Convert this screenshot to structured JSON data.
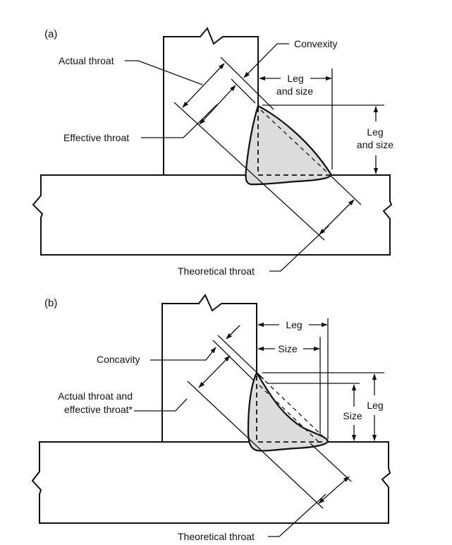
{
  "figure": {
    "panel_a": {
      "tag": "(a)",
      "labels": {
        "actual_throat": "Actual throat",
        "effective_throat": "Effective throat",
        "convexity": "Convexity",
        "leg_h_1": "Leg",
        "leg_h_2": "and size",
        "leg_v_1": "Leg",
        "leg_v_2": "and size",
        "theoretical_throat": "Theoretical throat"
      }
    },
    "panel_b": {
      "tag": "(b)",
      "labels": {
        "concavity": "Concavity",
        "actual_effective_1": "Actual throat and",
        "actual_effective_2": "effective throat*",
        "leg_h": "Leg",
        "size_h": "Size",
        "size_v": "Size",
        "leg_v": "Leg",
        "theoretical_throat": "Theoretical throat"
      }
    },
    "colors": {
      "line": "#111111",
      "weld_fill": "#dcdcdc",
      "background": "#ffffff"
    }
  }
}
